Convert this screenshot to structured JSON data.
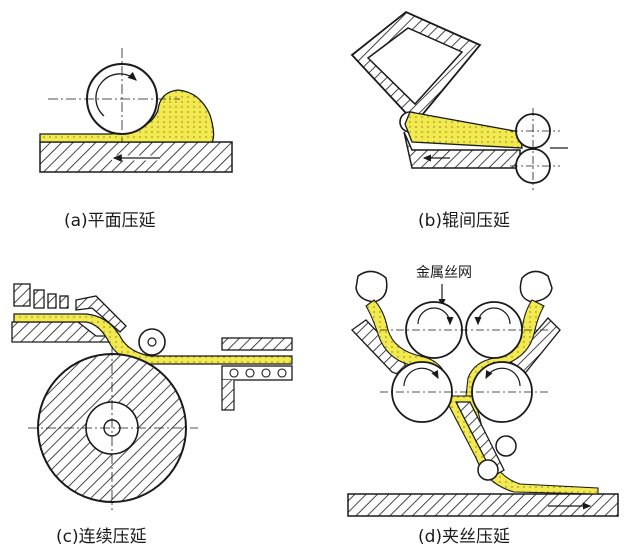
{
  "panels": {
    "a": {
      "caption": "(a)平面压延"
    },
    "b": {
      "caption": "(b)辊间压延"
    },
    "c": {
      "caption": "(c)连续压延"
    },
    "d": {
      "caption": "(d)夹丝压延",
      "mesh_label": "金属丝网"
    }
  },
  "colors": {
    "slurry": "#f2ea4f",
    "line": "#1a1a1a",
    "background": "#ffffff"
  }
}
